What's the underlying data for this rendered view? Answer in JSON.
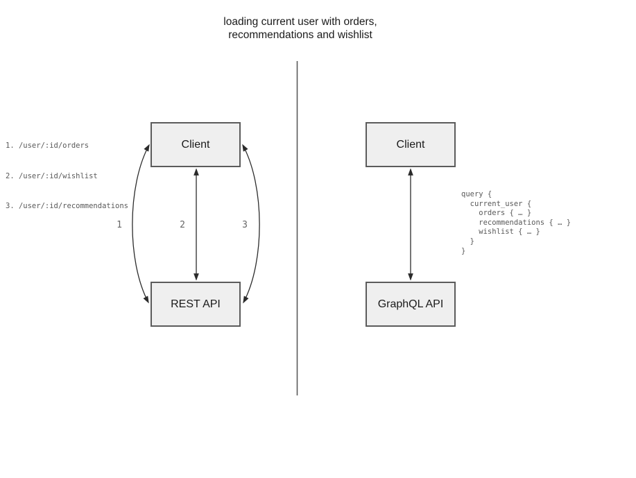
{
  "title": {
    "line1": "loading current user with orders,",
    "line2": "recommendations and wishlist"
  },
  "rest_panel": {
    "endpoints": [
      "1. /user/:id/orders",
      "2. /user/:id/wishlist",
      "3. /user/:id/recommendations"
    ],
    "client_label": "Client",
    "api_label": "REST API",
    "arrow_labels": [
      "1",
      "2",
      "3"
    ]
  },
  "graphql_panel": {
    "client_label": "Client",
    "api_label": "GraphQL API",
    "query_code": "query {\n  current_user {\n    orders { … }\n    recommendations { … }\n    wishlist { … }\n  }\n}"
  },
  "colors": {
    "box_fill": "#efefef",
    "box_border": "#5b5b5b",
    "arrow_stroke": "#2b2b2b",
    "divider_stroke": "#595959",
    "code_text": "#595959",
    "label_text": "#1a1a1a"
  }
}
